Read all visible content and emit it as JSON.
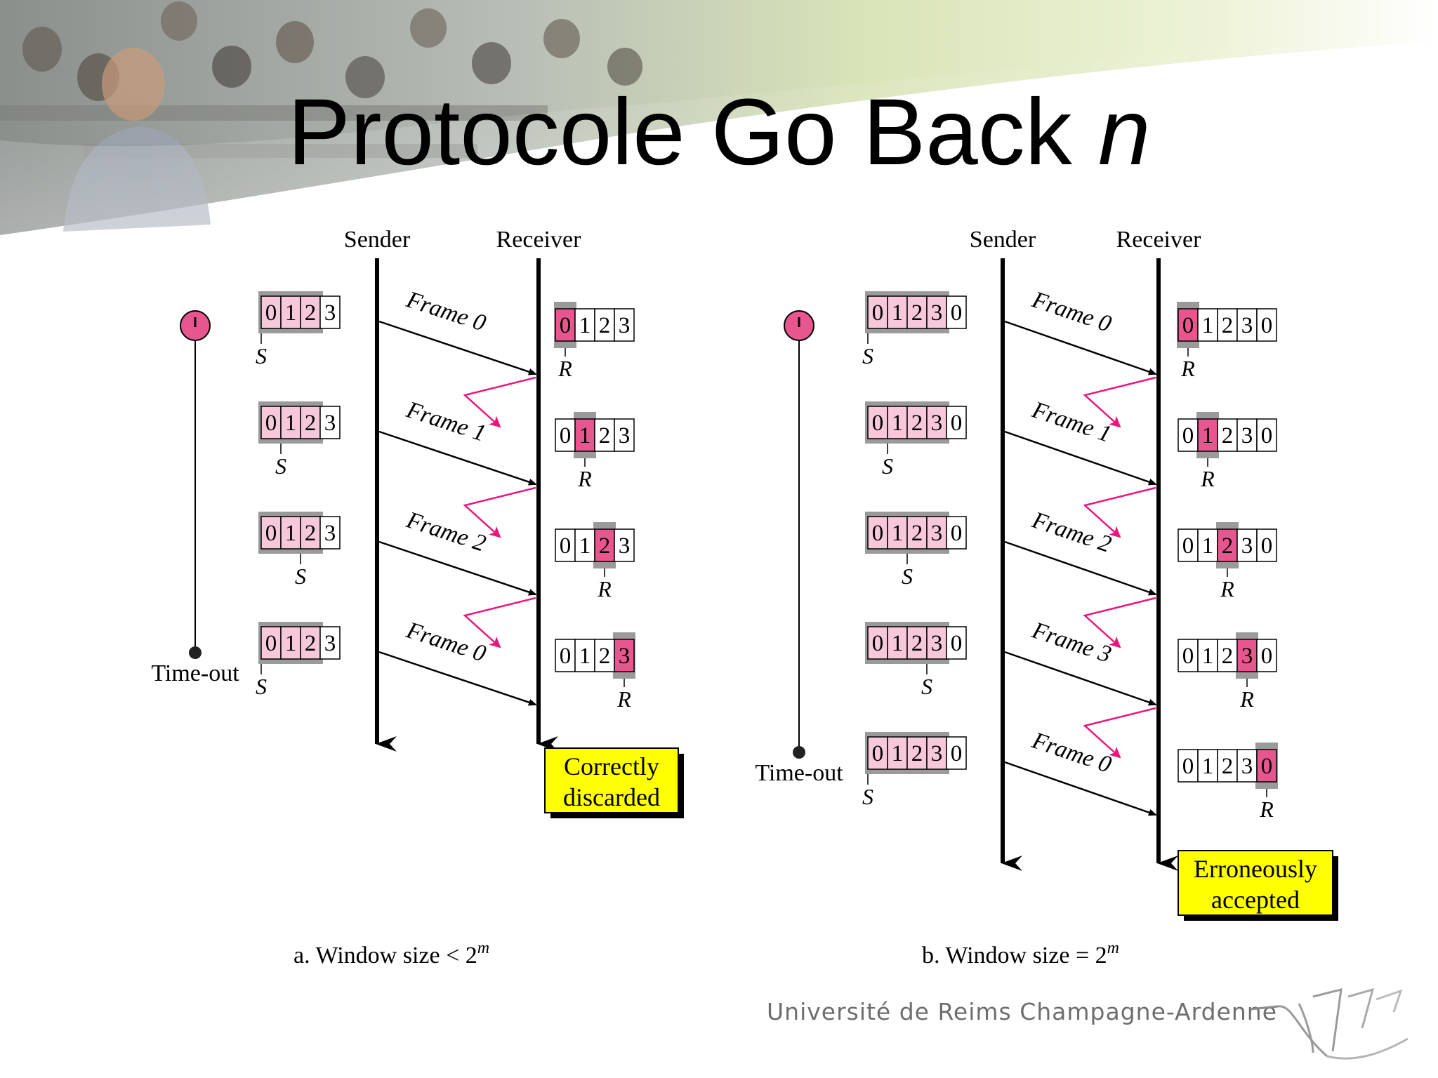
{
  "slide": {
    "title_main": "Protocole Go Back ",
    "title_italic": "n",
    "footer": "Université de Reims Champagne-Ardenne"
  },
  "colors": {
    "pink_fill": "#f7c8da",
    "pink_dark": "#e8568f",
    "gray_bar": "#9a9a9a",
    "note_yellow": "#ffff00",
    "magenta_arrow": "#e8177d"
  },
  "icons": [
    "timer-icon",
    "university-logo"
  ],
  "diagram_a": {
    "sender_label": "Sender",
    "receiver_label": "Receiver",
    "caption": "a. Window size < 2",
    "caption_exp": "m",
    "timeout_label": "Time-out",
    "sender_cells": [
      "0",
      "1",
      "2",
      "3"
    ],
    "receiver_cells": [
      "0",
      "1",
      "2",
      "3"
    ],
    "frames": [
      "Frame 0",
      "Frame 1",
      "Frame 2",
      "Frame 0"
    ],
    "s_pointer": "S",
    "r_pointer": "R",
    "note": [
      "Correctly",
      "discarded"
    ]
  },
  "diagram_b": {
    "sender_label": "Sender",
    "receiver_label": "Receiver",
    "caption": "b. Window size = 2",
    "caption_exp": "m",
    "timeout_label": "Time-out",
    "sender_cells": [
      "0",
      "1",
      "2",
      "3",
      "0"
    ],
    "receiver_cells": [
      "0",
      "1",
      "2",
      "3",
      "0"
    ],
    "frames": [
      "Frame 0",
      "Frame 1",
      "Frame 2",
      "Frame 3",
      "Frame 0"
    ],
    "s_pointer": "S",
    "r_pointer": "R",
    "note": [
      "Erroneously",
      "accepted"
    ]
  }
}
